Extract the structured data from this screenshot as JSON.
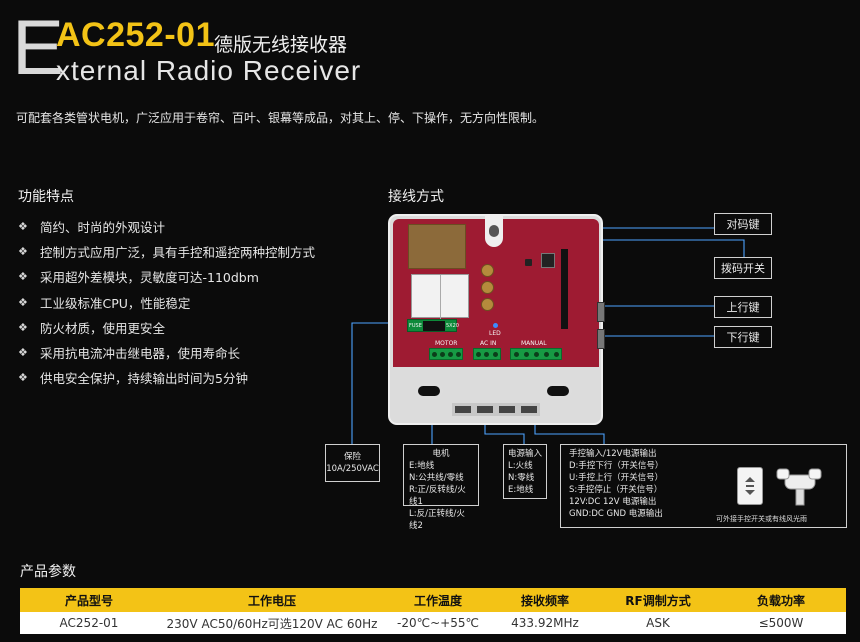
{
  "header": {
    "big_letter": "E",
    "model": "AC252-01",
    "model_desc": "德版无线接收器",
    "english_rest": "xternal Radio Receiver"
  },
  "intro": "可配套各类管状电机，广泛应用于卷帘、百叶、银幕等成品，对其上、停、下操作，无方向性限制。",
  "features": {
    "title": "功能特点",
    "bullet": "❖",
    "items": [
      "简约、时尚的外观设计",
      "控制方式应用广泛，具有手控和遥控两种控制方式",
      "采用超外差模块，灵敏度可达-110dbm",
      "工业级标准CPU，性能稳定",
      "防火材质，使用更安全",
      "采用抗电流冲击继电器，使用寿命长",
      "供电安全保护，持续输出时间为5分钟"
    ]
  },
  "wiring": {
    "title": "接线方式",
    "pcb_labels": {
      "fuse": "FUSE",
      "fuse_value": "5X20",
      "led": "LED",
      "motor": "MOTOR",
      "ac_in": "AC IN",
      "manual": "MANUAL"
    },
    "callouts": {
      "pair_key": "对码键",
      "dip_switch": "拨码开关",
      "up_key": "上行键",
      "down_key": "下行键"
    },
    "fuse_box": [
      "保险",
      "10A/250VAC"
    ],
    "motor_box": {
      "title": "电机",
      "lines": [
        "E:地线",
        "N:公共线/零线",
        "R:正/反转线/火线1",
        "L:反/正转线/火线2"
      ]
    },
    "power_box": {
      "title": "电源输入",
      "lines": [
        "L:火线",
        "N:零线",
        "E:地线"
      ]
    },
    "manual_box": {
      "lines": [
        "手控输入/12V电源输出",
        "D:手控下行（开关信号）",
        "U:手控上行（开关信号）",
        "S:手控停止（开关信号）",
        "12V:DC 12V 电源输出",
        "GND:DC GND 电源输出"
      ],
      "note": "可外接手控开关或有线风光雨"
    }
  },
  "params": {
    "title": "产品参数",
    "headers": [
      "产品型号",
      "工作电压",
      "工作温度",
      "接收频率",
      "RF调制方式",
      "负载功率"
    ],
    "row": [
      "AC252-01",
      "230V AC50/60Hz可选120V AC 60Hz",
      "-20℃~+55℃",
      "433.92MHz",
      "ASK",
      "≤500W"
    ]
  },
  "colors": {
    "background": "#0b0b0b",
    "accent_yellow": "#f3c316",
    "pcb_red": "#9e1b32",
    "terminal_green": "#179a44"
  }
}
